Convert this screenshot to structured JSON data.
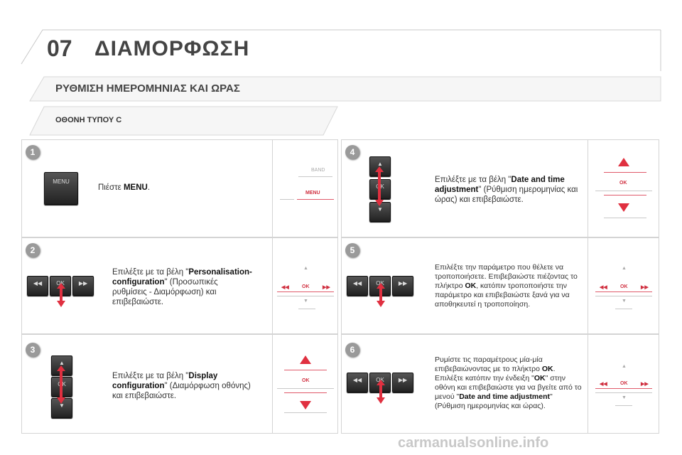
{
  "header": {
    "chapter_number": "07",
    "chapter_title": "ΔΙΑΜΟΡΦΩΣΗ",
    "section_title": "ΡΥΘΜΙΣΗ ΗΜΕΡΟΜΗΝΙΑΣ ΚΑΙ ΩΡΑΣ",
    "subsection_title": "ΟΘΟΝΗ ΤΥΠΟΥ C"
  },
  "keys": {
    "menu": "MENU",
    "band": "BAND",
    "ok": "OK",
    "prev": "◀◀",
    "next": "▶▶",
    "up": "▲",
    "down": "▼"
  },
  "steps": [
    {
      "number": "1",
      "pre": "Πιέστε ",
      "bold": "MENU",
      "post": "."
    },
    {
      "number": "2",
      "pre": "Επιλέξτε με τα βέλη \"",
      "bold": "Personalisation-configuration",
      "post": "\" (Προσωπικές ρυθμίσεις - Διαμόρφωση) και επιβεβαιώστε."
    },
    {
      "number": "3",
      "pre": "Επιλέξτε με τα βέλη \"",
      "bold": "Display configuration",
      "post": "\" (Διαμόρφωση οθόνης) και επιβεβαιώστε."
    },
    {
      "number": "4",
      "pre": "Επιλέξτε με τα βέλη \"",
      "bold": "Date and time adjustment",
      "post": "\" (Ρύθμιση ημερομηνίας και ώρας) και επιβεβαιώστε."
    },
    {
      "number": "5",
      "pre": "Επιλέξτε την παράμετρο που θέλετε να τροποποιήσετε. Επιβεβαιώστε πιέζοντας το πλήκτρο ",
      "bold": "OK",
      "post": ", κατόπιν τροποποιήστε την παράμετρο και επιβεβαιώστε ξανά για να αποθηκευτεί η τροποποίηση."
    },
    {
      "number": "6",
      "pre": "Ρυμίστε τις παραμέτρους μία-μία επιβεβαιώνοντας με το πλήκτρο ",
      "bold": "OK",
      "mid": ". Επιλέξτε κατόπιν την ένδειξη \"",
      "bold2": "OK",
      "mid2": "\" στην οθόνη και επιβεβαιώστε για να βγείτε από το μενού \"",
      "bold3": "Date and time adjustment",
      "post": "\" (Ρύθμιση ημερομηνίας και ώρας)."
    }
  ],
  "footer": {
    "watermark": "carmanualsonline.info"
  },
  "colors": {
    "accent": "#e03040",
    "panel_border": "#d4d4d4",
    "text": "#333333"
  }
}
